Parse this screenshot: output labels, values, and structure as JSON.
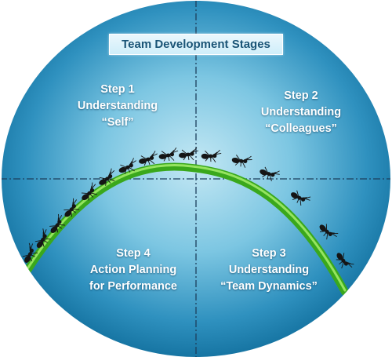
{
  "title": "Team Development Stages",
  "steps": {
    "step1": {
      "line1": "Step 1",
      "line2": "Understanding",
      "line3": "“Self”"
    },
    "step2": {
      "line1": "Step 2",
      "line2": "Understanding",
      "line3": "“Colleagues”"
    },
    "step3": {
      "line1": "Step 3",
      "line2": "Understanding",
      "line3": "“Team Dynamics”"
    },
    "step4": {
      "line1": "Step 4",
      "line2": "Action Planning",
      "line3": "for Performance"
    }
  },
  "colors": {
    "circle_center": "#bfe6f3",
    "circle_edge": "#1679a8",
    "stem": "#4fc428",
    "stem_highlight": "#a6ef6c",
    "ant": "#151515",
    "axis": "#1d3f5c",
    "title_text": "#1a5476"
  }
}
